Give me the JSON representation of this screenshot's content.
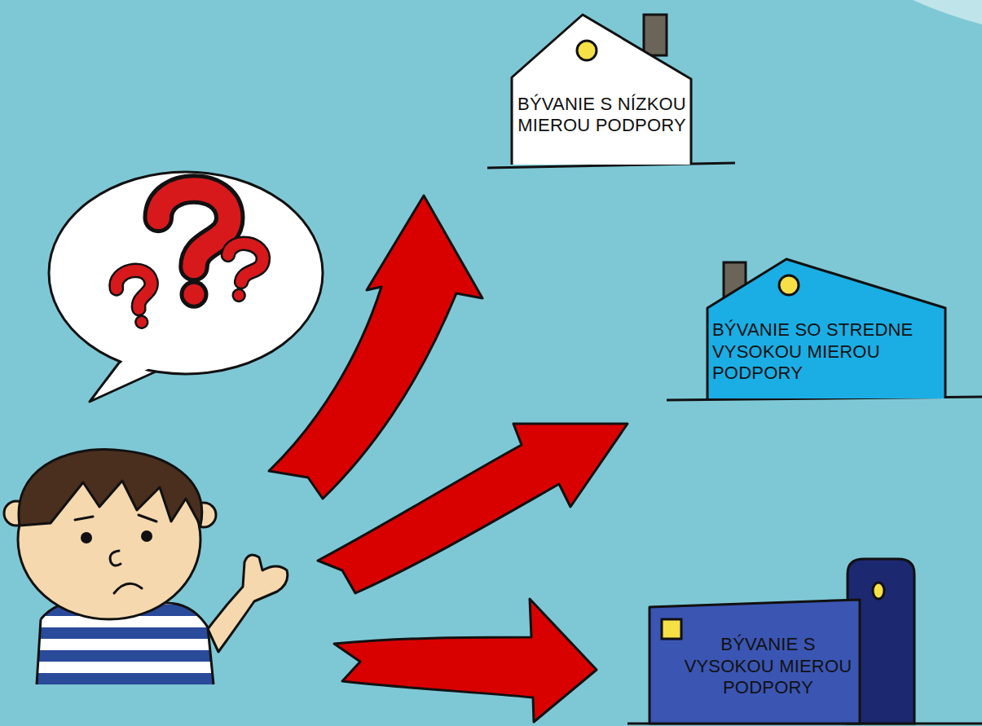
{
  "diagram": {
    "nodes": [
      {
        "text": [
          "BÝVANIE S NÍZKOU MIEROU PODPORY"
        ]
      },
      {
        "text": [
          "BÝVANIE SO STREDNE VYSOKOU MIEROU PODPORY"
        ]
      },
      {
        "text": [
          "BÝVANIE S VYSOKOU MIEROU PODPORY"
        ]
      }
    ]
  }
}
